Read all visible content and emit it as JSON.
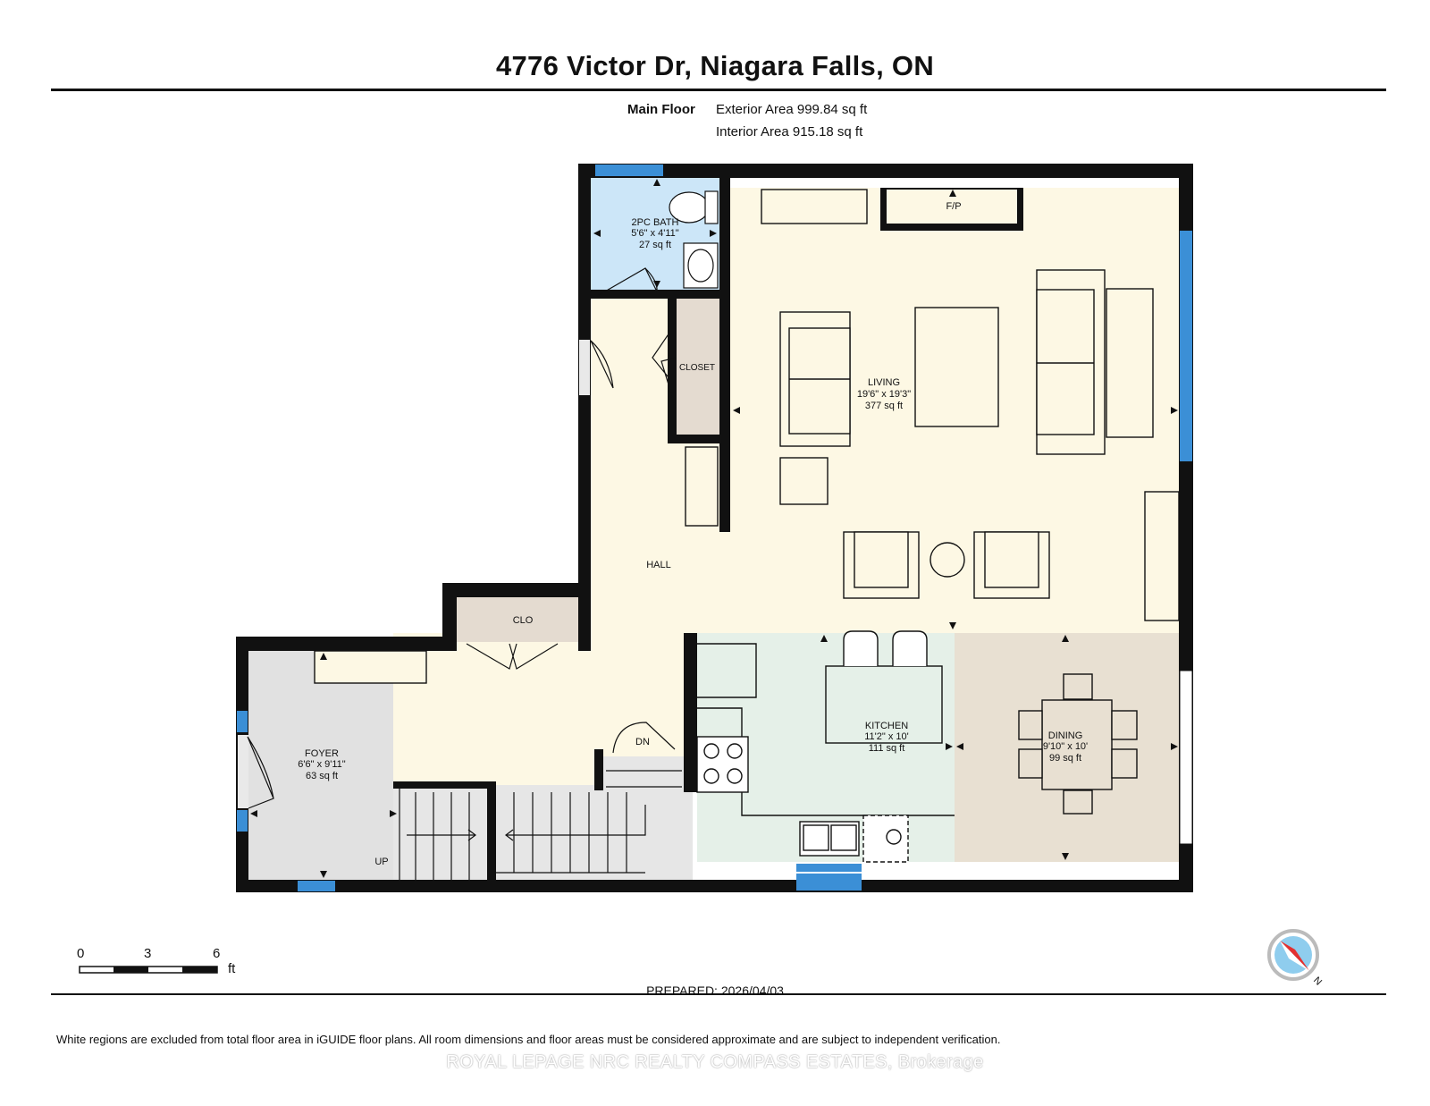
{
  "header": {
    "title": "4776 Victor Dr, Niagara Falls, ON",
    "floor_label": "Main Floor",
    "exterior_area": "Exterior Area 999.84 sq ft",
    "interior_area": "Interior Area 915.18 sq ft"
  },
  "rooms": {
    "bath": {
      "name": "2PC BATH",
      "dims": "5'6\" x 4'11\"",
      "area": "27 sq ft"
    },
    "living": {
      "name": "LIVING",
      "dims": "19'6\" x 19'3\"",
      "area": "377 sq ft"
    },
    "closet": {
      "name": "CLOSET"
    },
    "fireplace": {
      "name": "F/P"
    },
    "hall": {
      "name": "HALL"
    },
    "clo": {
      "name": "CLO"
    },
    "foyer": {
      "name": "FOYER",
      "dims": "6'6\" x 9'11\"",
      "area": "63 sq ft"
    },
    "kitchen": {
      "name": "KITCHEN",
      "dims": "11'2\" x 10'",
      "area": "111 sq ft"
    },
    "dining": {
      "name": "DINING",
      "dims": "9'10\" x 10'",
      "area": "99 sq ft"
    },
    "stairs_down": "DN",
    "stairs_up": "UP"
  },
  "scale_bar": {
    "ticks": [
      "0",
      "3",
      "6"
    ],
    "unit": "ft"
  },
  "compass": {
    "north_label": "N"
  },
  "footer": {
    "prepared": "PREPARED: 2026/04/03",
    "disclaimer": "White regions are excluded from total floor area in iGUIDE floor plans. All room dimensions and floor areas must be considered approximate and are subject to independent verification.",
    "brokerage": "ROYAL LEPAGE NRC REALTY COMPASS ESTATES, Brokerage"
  },
  "colors": {
    "wall": "#111111",
    "bath": "#cce6f8",
    "living": "#fdf8e4",
    "hall": "#fdf8e4",
    "closet": "#e4dbd0",
    "foyer": "#e1e1e1",
    "stairs": "#e6e6e6",
    "kitchen": "#e5f0e8",
    "dining": "#e8e0d2",
    "window": "#3b8fd6"
  }
}
